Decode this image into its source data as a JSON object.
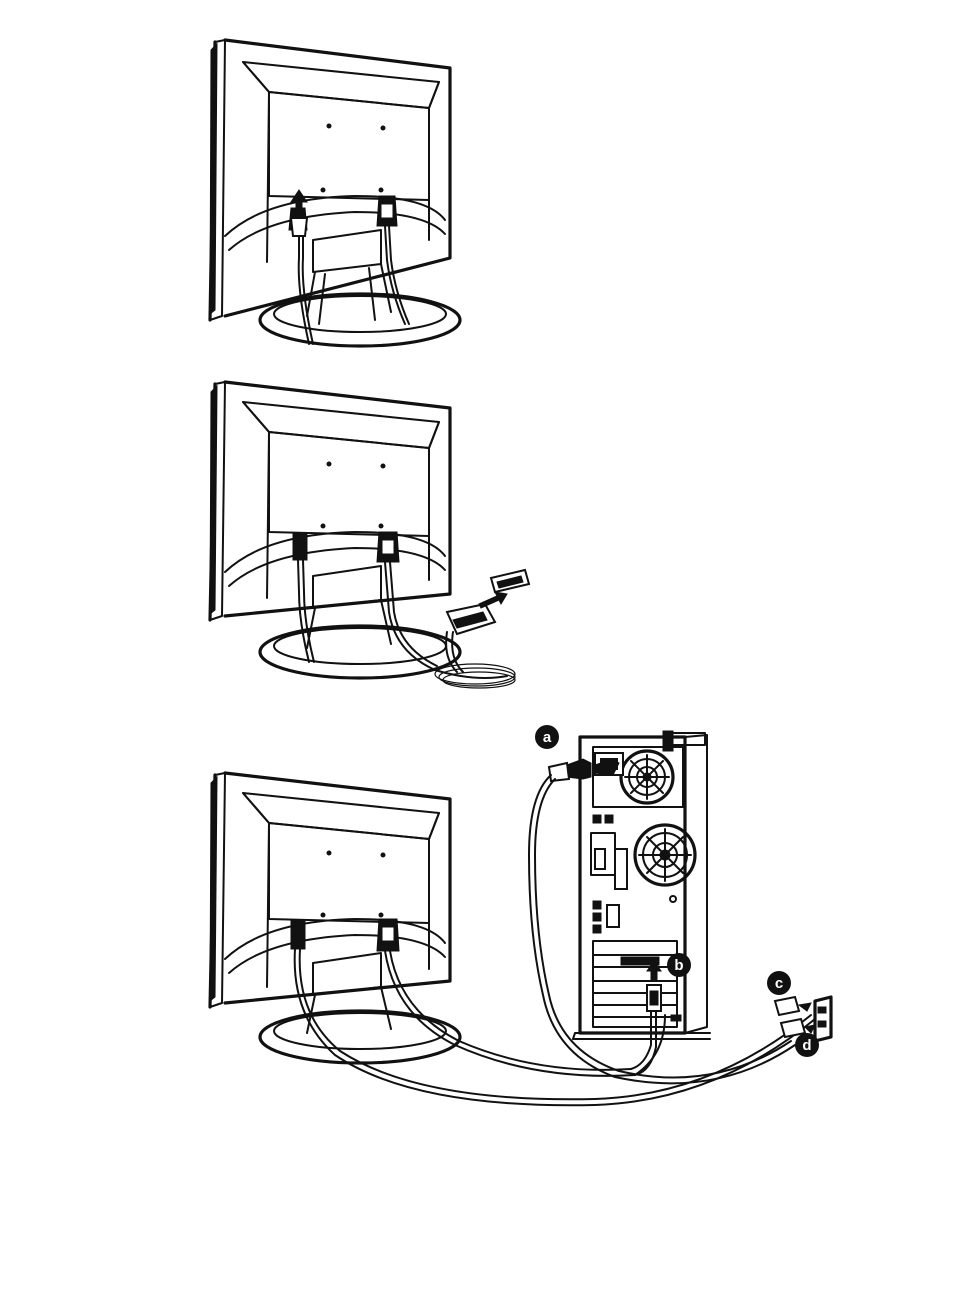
{
  "steps": [
    {
      "id": "step-1",
      "caption": ""
    },
    {
      "id": "step-2",
      "caption": ""
    },
    {
      "id": "step-3",
      "caption": ""
    }
  ],
  "callouts": {
    "a": "a",
    "b": "b",
    "c": "c",
    "d": "d"
  },
  "colors": {
    "line": "#111111",
    "background": "#ffffff"
  }
}
